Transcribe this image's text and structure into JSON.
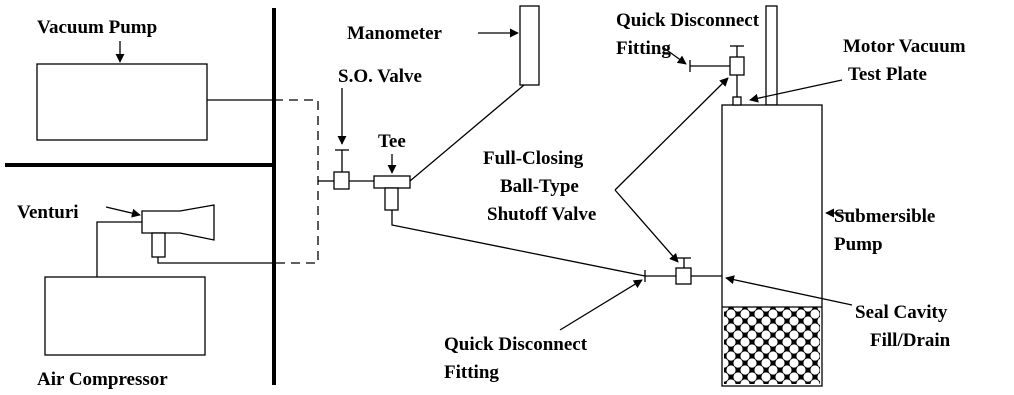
{
  "labels": {
    "vacuum_pump": "Vacuum Pump",
    "manometer": "Manometer",
    "quick_disconnect_top_line1": "Quick Disconnect",
    "quick_disconnect_top_line2": "Fitting",
    "motor_vacuum_line1": "Motor Vacuum",
    "motor_vacuum_line2": "Test Plate",
    "so_valve": "S.O. Valve",
    "tee": "Tee",
    "full_closing_line1": "Full-Closing",
    "full_closing_line2": "Ball-Type",
    "full_closing_line3": "Shutoff Valve",
    "venturi": "Venturi",
    "submersible_line1": "Submersible",
    "submersible_line2": "Pump",
    "seal_cavity_line1": "Seal Cavity",
    "seal_cavity_line2": "Fill/Drain",
    "quick_disconnect_bottom_line1": "Quick Disconnect",
    "quick_disconnect_bottom_line2": "Fitting",
    "air_compressor": "Air Compressor"
  }
}
